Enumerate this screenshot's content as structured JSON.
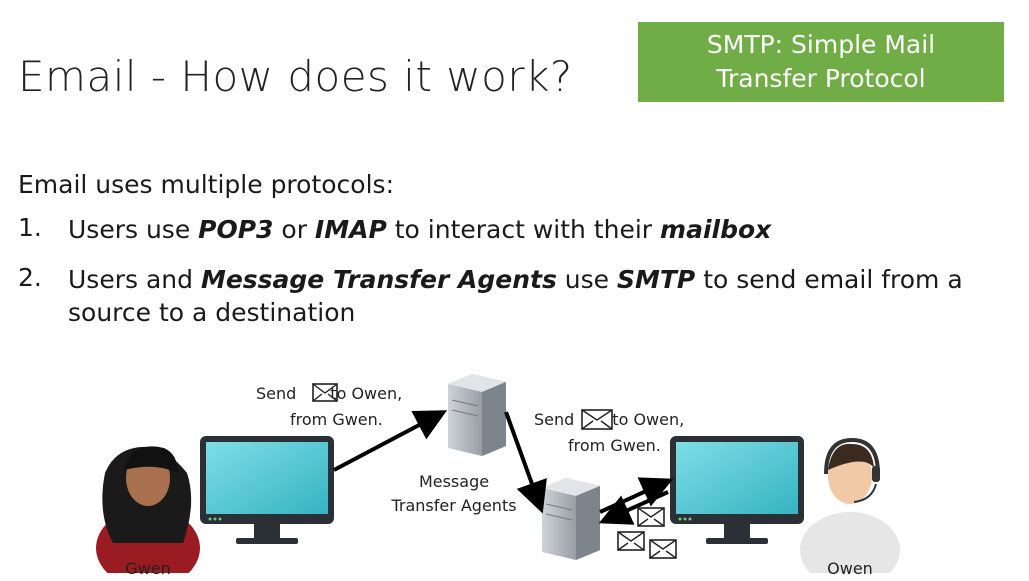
{
  "title": "Email - How does it work?",
  "badge": {
    "line1": "SMTP: Simple Mail",
    "line2": "Transfer Protocol"
  },
  "intro": "Email uses multiple protocols:",
  "items": [
    {
      "num": "1.",
      "t1": "Users use ",
      "b1": "POP3",
      "t2": " or ",
      "b2": "IMAP",
      "t3": " to interact with their ",
      "b3": "mailbox"
    },
    {
      "num": "2.",
      "t1": "Users and ",
      "b1": "Message Transfer Agents",
      "t2": " use ",
      "b2": "SMTP",
      "t3": " to send email from a source to a destination"
    }
  ],
  "diagram": {
    "send1": {
      "pre": "Send",
      "post": "to Owen,",
      "line2": "from Gwen."
    },
    "send2": {
      "pre": "Send",
      "post": "to Owen,",
      "line2": "from Gwen."
    },
    "mta_label": {
      "line1": "Message",
      "line2": "Transfer Agents"
    },
    "left_person": "Gwen",
    "right_person": "Owen"
  },
  "colors": {
    "badge": "#70ad47",
    "screen": "#4fc3cf",
    "monitor": "#2b2f36"
  }
}
